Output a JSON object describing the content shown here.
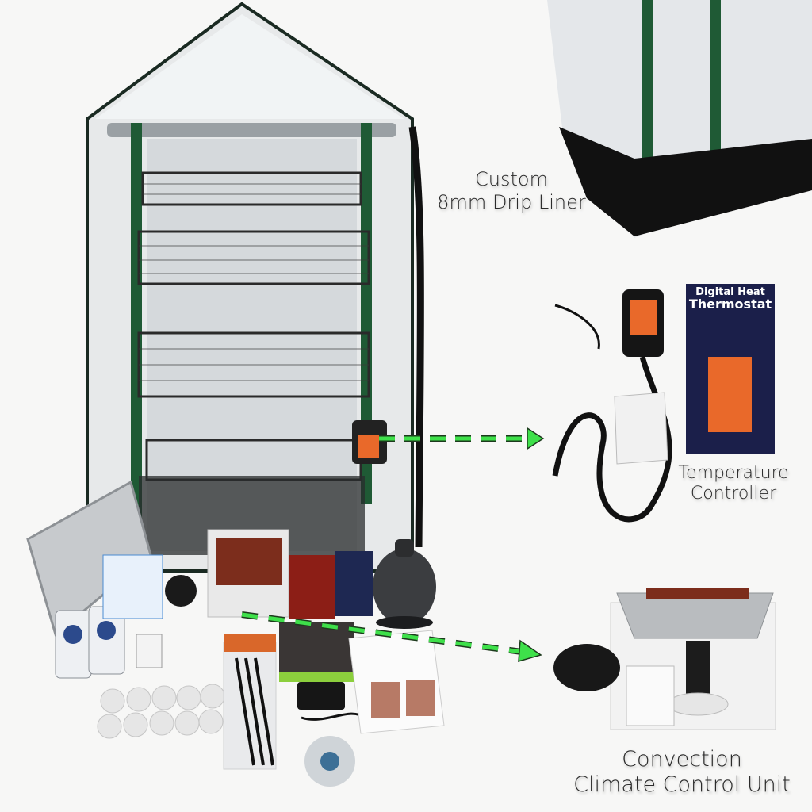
{
  "callouts": {
    "drip_liner": {
      "line1": "Custom",
      "line2": "8mm Drip Liner"
    },
    "temperature_controller": {
      "line1": "Temperature",
      "line2": "Controller"
    },
    "climate_unit": {
      "line1": "Convection",
      "line2": "Climate Control Unit"
    }
  },
  "thermostat_box": {
    "line1": "Digital Heat",
    "line2": "Thermostat"
  },
  "arrows": {
    "color": "#3ee04a",
    "outline": "#1d3a1d"
  },
  "colors": {
    "background": "#f7f7f6",
    "tent_trim": "#1f5a35",
    "liner": "#111111",
    "controller_orange": "#e9692a",
    "thermostat_box": "#1b1f4a"
  }
}
